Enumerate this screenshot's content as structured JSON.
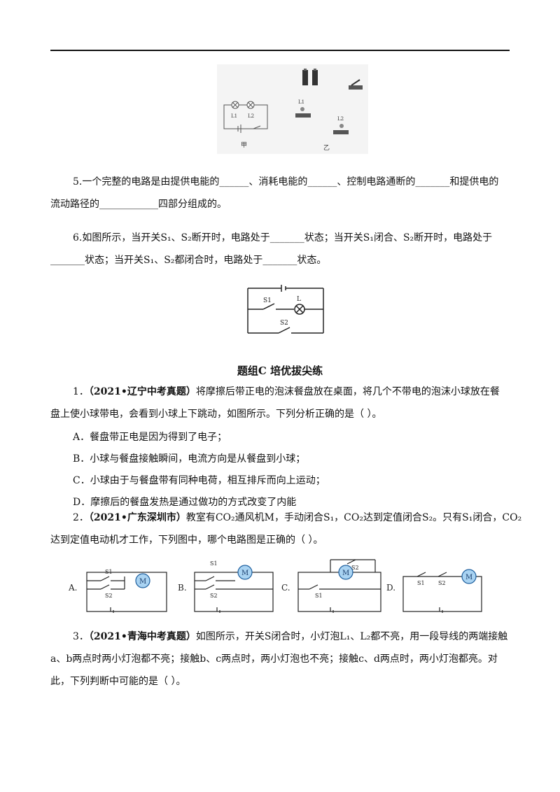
{
  "q5": {
    "line1": "5.一个完整的电路是由提供电能的______、消耗电能的______、控制电路通断的_______和提供电的",
    "line2": "流动路径的____________四部分组成的。"
  },
  "q6": {
    "line1": "6.如图所示，当开关S₁、S₂断开时，电路处于_______状态；当开关S₁闭合、S₂断开时，电路处于",
    "line2": "_______状态；当开关S₁、S₂都闭合时，电路处于_______状态。"
  },
  "fig_top": {
    "left_caption": "甲",
    "right_caption": "乙",
    "lamp1": "L1",
    "lamp2": "L2",
    "left_lamp_labels": [
      "L1",
      "L2"
    ]
  },
  "fig_q6": {
    "switch1": "S1",
    "switch2": "S2",
    "lamp": "L"
  },
  "section_title": "题组C   培优拔尖练",
  "c1": {
    "num": "1．",
    "source": "（2021•辽宁中考真题）",
    "text1": "将摩擦后带正电的泡沫餐盘放在桌面，将几个不带电的泡沫小球放在餐",
    "text2": "盘上使小球带电，会看到小球上下跳动，如图所示。下列分析正确的是（   ）。",
    "options": [
      "A．餐盘带正电是因为得到了电子；",
      "B．小球与餐盘接触瞬间，电流方向是从餐盘到小球；",
      "C．小球由于与餐盘带有同种电荷，相互排斥而向上运动；",
      "D．摩擦后的餐盘发热是通过做功的方式改变了内能"
    ]
  },
  "c2": {
    "num": "2．",
    "source": "（2021•广东深圳市）",
    "text1": "教室有CO₂通风机M，手动闭合S₁，CO₂达到定值闭合S₂。只有S₁闭合，CO₂",
    "text2": "达到定值电动机才工作，下列图中，哪个电路图是正确的（   ）。",
    "option_labels": [
      "A.",
      "B.",
      "C.",
      "D."
    ],
    "motor": "M",
    "s1": "S1",
    "s2": "S2"
  },
  "c3": {
    "num": "3．",
    "source": "（2021•青海中考真题）",
    "text1": "如图所示，开关S闭合时，小灯泡L₁、L₂都不亮，用一段导线的两端接触",
    "text2": "a、b两点时两小灯泡都不亮；接触b、c两点时，两小灯泡也不亮；接触c、d两点时，两小灯泡都亮。对",
    "text3": "此，下列判断中可能的是（   ）。"
  },
  "colors": {
    "motor_fill": "#a9d3f2",
    "motor_stroke": "#1d5f9e",
    "line": "#222222"
  }
}
